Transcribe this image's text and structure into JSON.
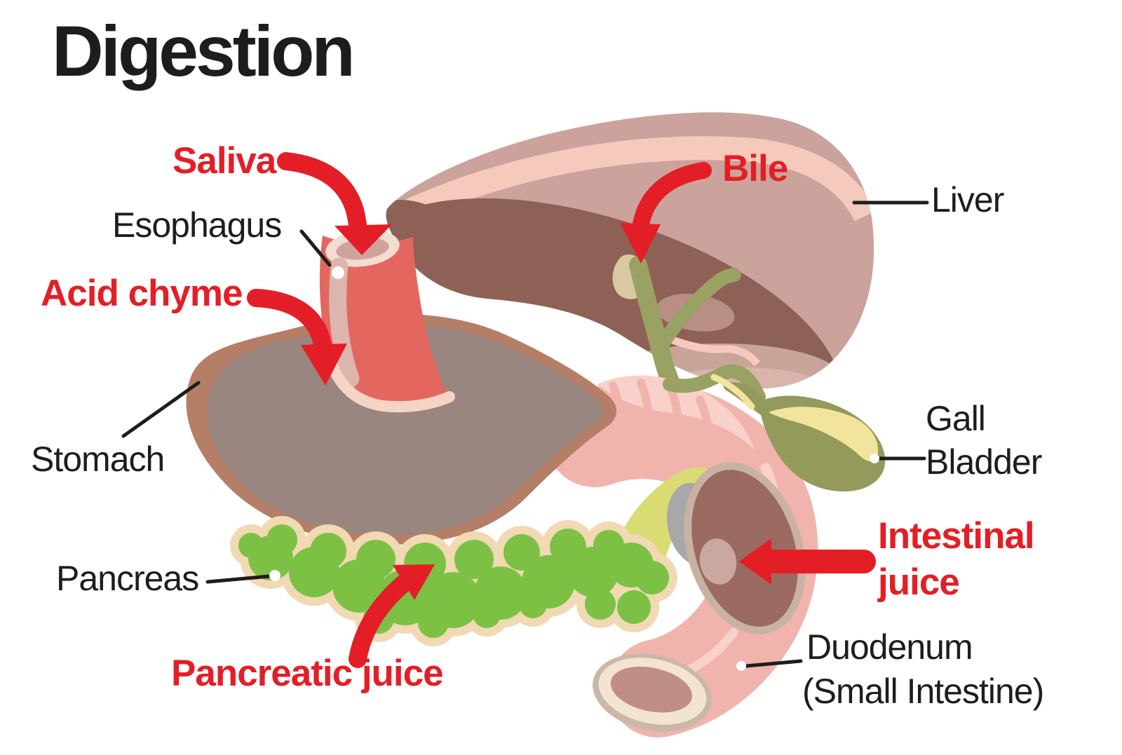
{
  "title": "Digestion",
  "organ_labels": {
    "esophagus": "Esophagus",
    "stomach": "Stomach",
    "liver": "Liver",
    "gall_bladder_line1": "Gall",
    "gall_bladder_line2": "Bladder",
    "duodenum_line1": "Duodenum",
    "duodenum_line2": "(Small Intestine)",
    "pancreas": "Pancreas"
  },
  "secretion_labels": {
    "saliva": "Saliva",
    "acid_chyme": "Acid chyme",
    "bile": "Bile",
    "intestinal_juice_line1": "Intestinal",
    "intestinal_juice_line2": "juice",
    "pancreatic_juice": "Pancreatic juice"
  },
  "colors": {
    "background": "#ffffff",
    "label_red": "#e41e26",
    "text_black": "#1d1d1b",
    "liver_base": "#cba39c",
    "liver_top_highlight": "#f5c9bb",
    "liver_shadow": "#8e6156",
    "liver_mauve_patch": "#b88e85",
    "liver_under_band": "#c9a49b",
    "liver_under_band_light": "#d9b4ab",
    "esophagus_tube": "#e4675f",
    "esophagus_rim": "#f1ded1",
    "esophagus_opening": "#cfa39b",
    "esophagus_highlight": "#dcb5ac",
    "esophagus_base_band": "#f6d4c5",
    "stomach_rim": "#b57e67",
    "stomach_body": "#998680",
    "duodenum_tube": "#f0b4ad",
    "duodenum_highlight": "#f8d2ca",
    "duodenum_cut_rim": "#c9b2a3",
    "duodenum_lumen": "#9b6a61",
    "duodenum_papilla": "#c9a8a0",
    "duodenum_end_outer": "#cbb7a8",
    "duodenum_end_rim": "#f2e3d2",
    "duodenum_end_lumen": "#bf8e89",
    "bile_duct_olive": "#99a263",
    "gall_bladder_olive": "#939a5c",
    "bile_yellow": "#f2e49c",
    "duct_cuff_tan": "#d8c9a2",
    "pancreas_green": "#7cc144",
    "pancreas_border": "#f0d9b3",
    "pancreatic_duct_yellow": "#d9dc72",
    "duct_gray": "#a8a8a8",
    "connector_black": "#1d1d1b",
    "dot_white": "#ffffff"
  }
}
